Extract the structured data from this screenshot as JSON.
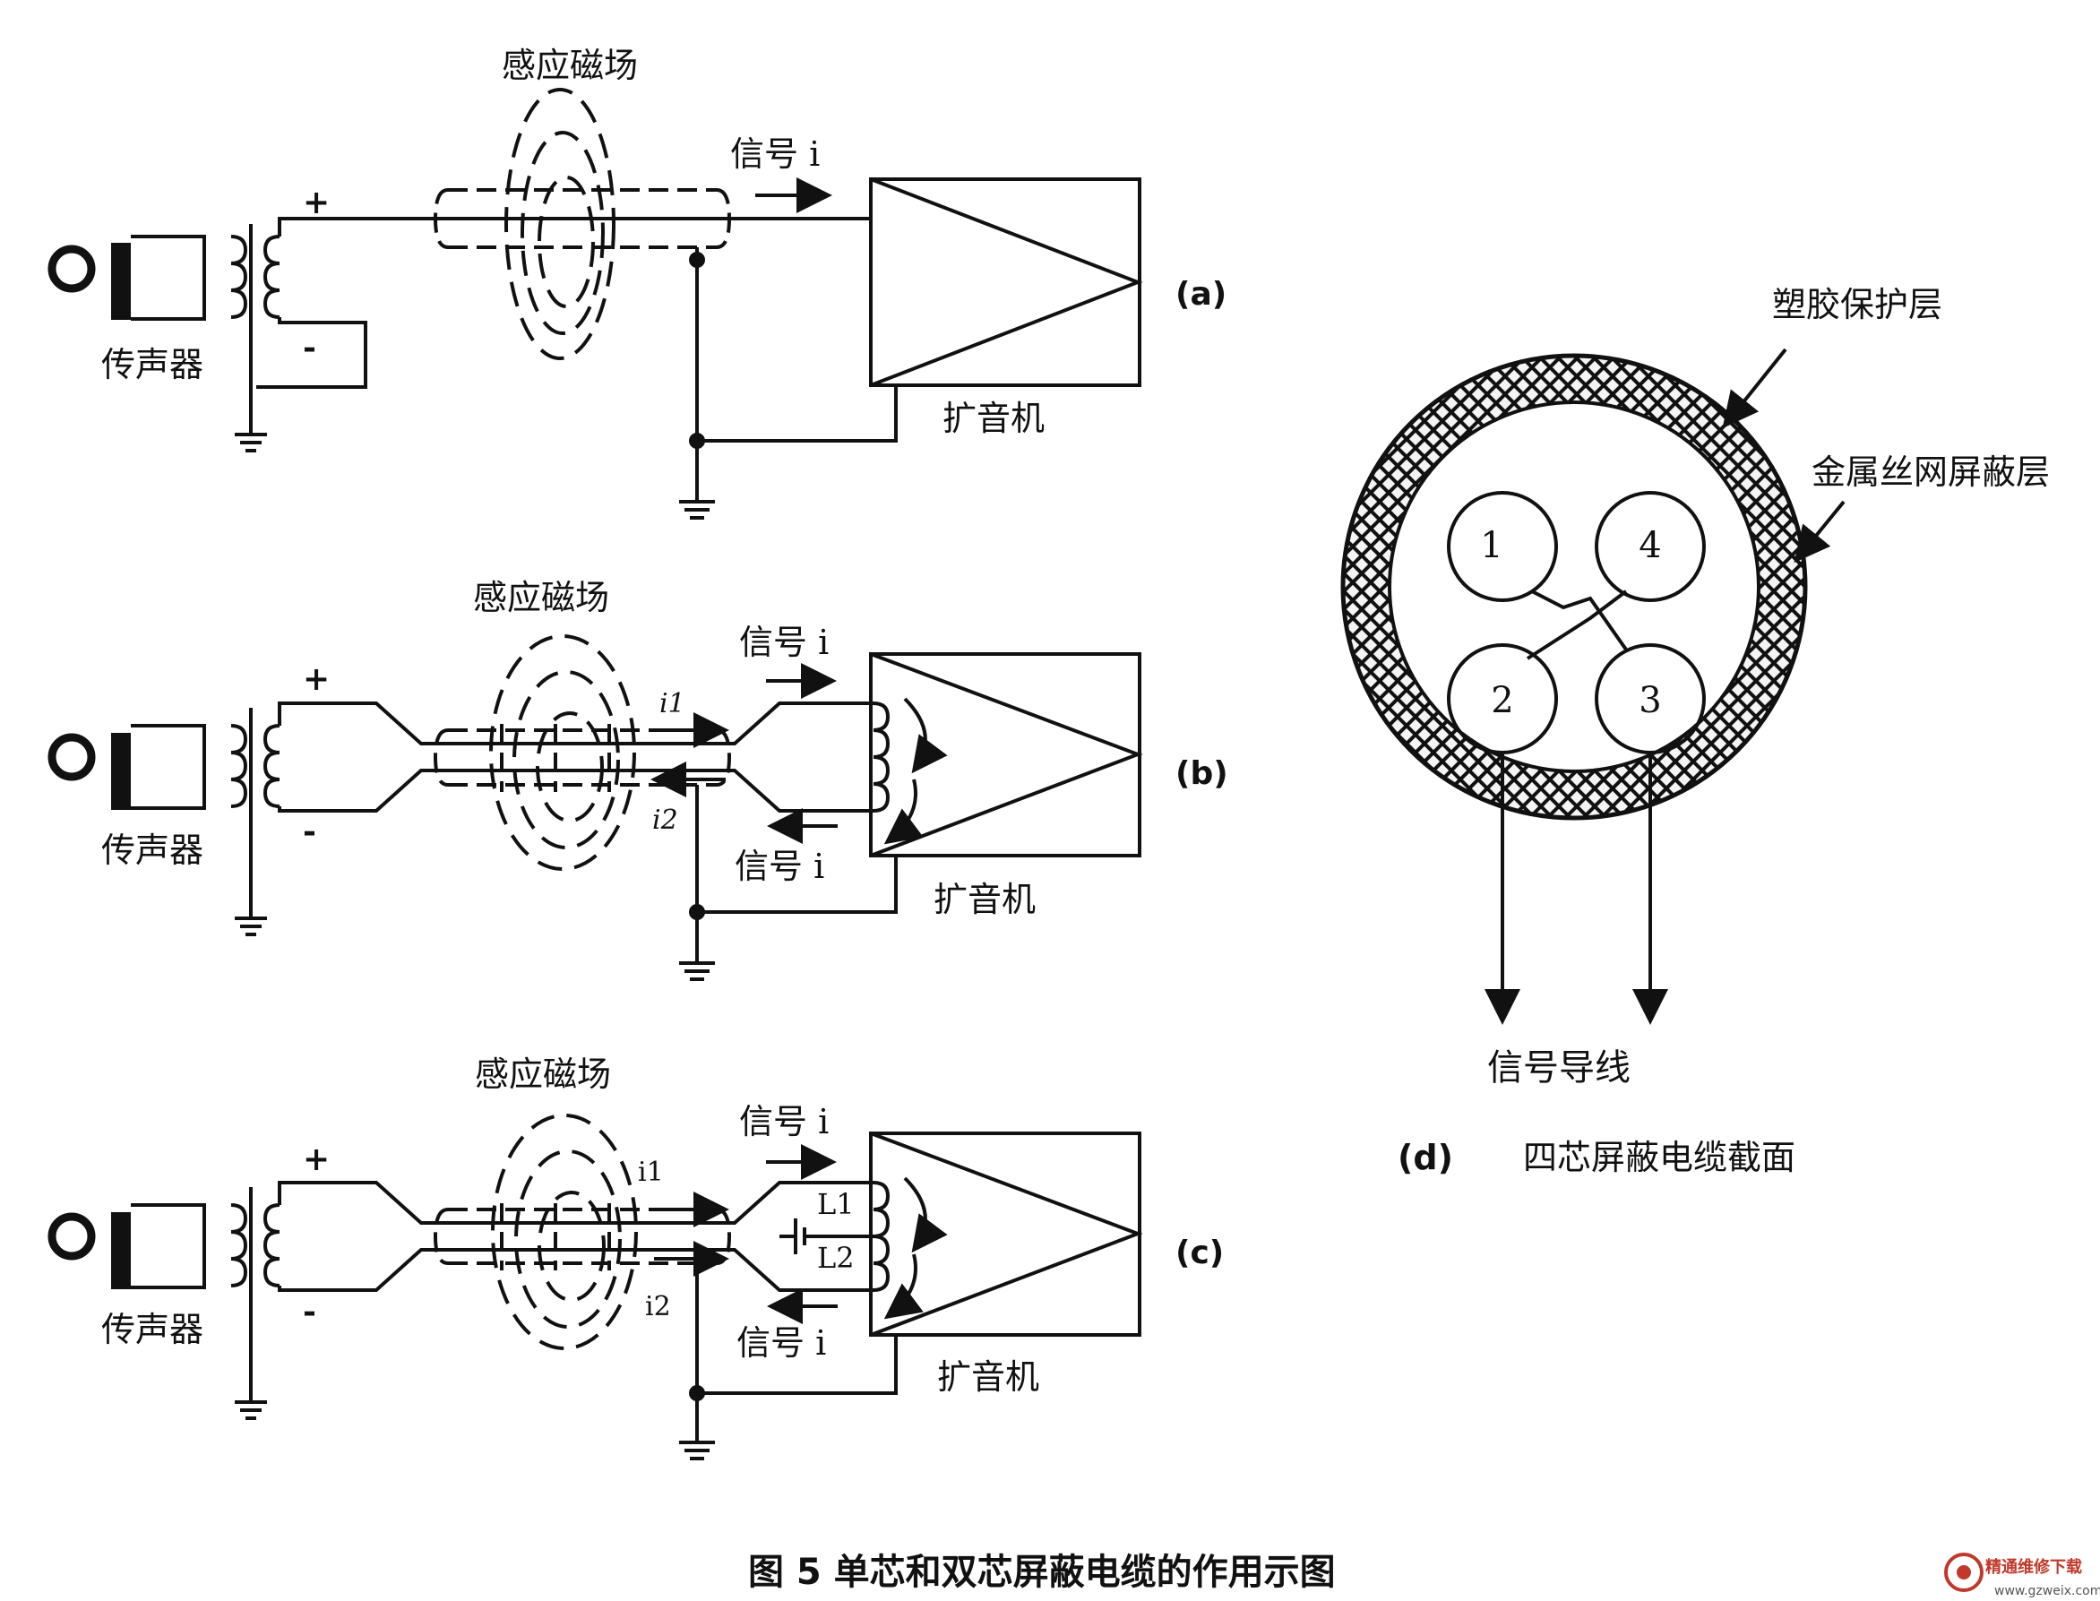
{
  "labels": {
    "magnetic_field": "感应磁场",
    "signal": "信号 i",
    "microphone": "传声器",
    "amplifier": "扩音机",
    "plus": "+",
    "minus": "-",
    "i1_italic": "i1",
    "i2_italic": "i2",
    "i1": "i1",
    "i2": "i2",
    "L1": "L1",
    "L2": "L2",
    "panel_a": "(a)",
    "panel_b": "(b)",
    "panel_c": "(c)",
    "plastic_layer": "塑胶保护层",
    "mesh_layer": "金属丝网屏蔽层",
    "core_1": "1",
    "core_2": "2",
    "core_3": "3",
    "core_4": "4",
    "signal_wires": "信号导线",
    "panel_d_letter": "(d)",
    "panel_d_title": "四芯屏蔽电缆截面",
    "figure_caption": "图 5  单芯和双芯屏蔽电缆的作用示图",
    "watermark_cn": "精通维修下载",
    "watermark_url": "www.gzweix.com"
  },
  "colors": {
    "ink": "#111111",
    "watermark": "#c0392b"
  }
}
